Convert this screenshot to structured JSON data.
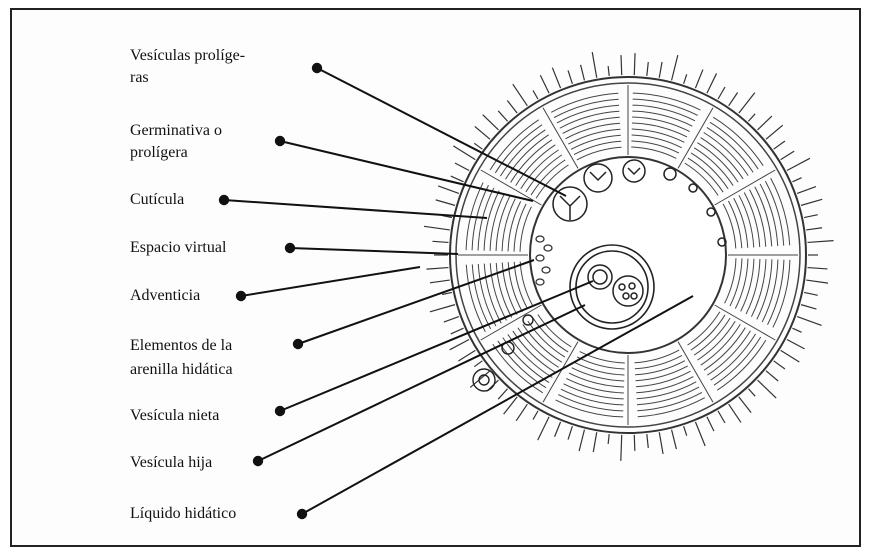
{
  "labels": {
    "vesiculas_line1": "Vesículas prolíge-",
    "vesiculas_line2": "ras",
    "germinativa_line1": "Germinativa o",
    "germinativa_line2": "prolígera",
    "cuticula": "Cutícula",
    "espacio": "Espacio virtual",
    "adventicia": "Adventicia",
    "elementos_line1": "Elementos de la",
    "elementos_line2": "arenilla hidática",
    "nieta": "Vesícula nieta",
    "hija": "Vesícula hija",
    "liquido": "Líquido hidático"
  },
  "colors": {
    "ink": "#111111",
    "border": "#222222"
  }
}
